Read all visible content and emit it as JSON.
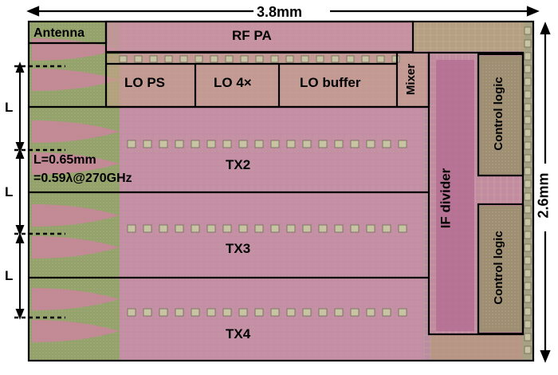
{
  "dimensions": {
    "width": "3.8mm",
    "height": "2.6mm"
  },
  "blocks": {
    "antenna": "Antenna",
    "rf_pa": "RF PA",
    "lo_ps": "LO PS",
    "lo_4x": "LO 4×",
    "lo_buffer": "LO buffer",
    "mixer": "Mixer",
    "tx2": "TX2",
    "tx3": "TX3",
    "tx4": "TX4",
    "if_divider": "IF divider",
    "control_logic_top": "Control logic",
    "control_logic_bottom": "Control logic"
  },
  "spacing": {
    "label": "L",
    "line1": "L=0.65mm",
    "line2": "=0.59λ@270GHz"
  },
  "colors": {
    "die_green": "#8fa36a",
    "die_pink": "#c994a6",
    "die_magenta": "#b86f95",
    "pad": "#b7b79a",
    "block_border": "#000000"
  }
}
